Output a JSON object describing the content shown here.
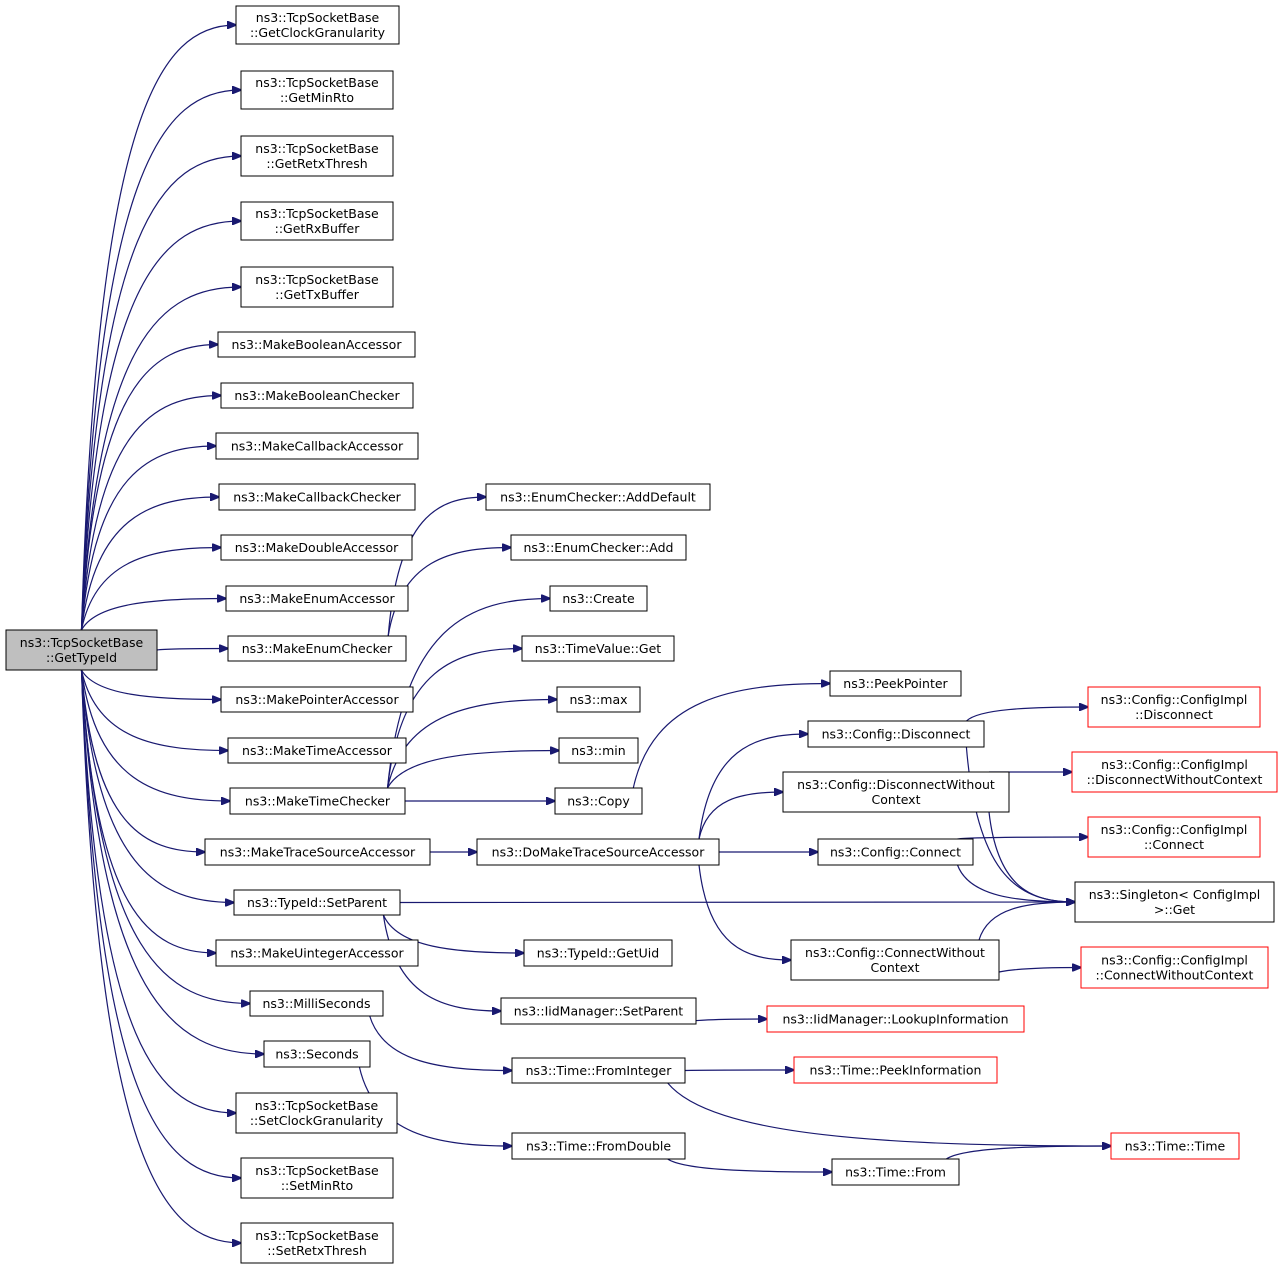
{
  "colors": {
    "edge": "#191970",
    "node_border": "#000000",
    "root_fill": "#bfbfbf",
    "node_fill": "#ffffff",
    "truncated_border": "#ff0000"
  },
  "nodes": [
    {
      "id": "root",
      "lines": [
        "ns3::TcpSocketBase",
        "::GetTypeId"
      ],
      "style": "root"
    },
    {
      "id": "n1",
      "lines": [
        "ns3::TcpSocketBase",
        "::GetClockGranularity"
      ]
    },
    {
      "id": "n2",
      "lines": [
        "ns3::TcpSocketBase",
        "::GetMinRto"
      ]
    },
    {
      "id": "n3",
      "lines": [
        "ns3::TcpSocketBase",
        "::GetRetxThresh"
      ]
    },
    {
      "id": "n4",
      "lines": [
        "ns3::TcpSocketBase",
        "::GetRxBuffer"
      ]
    },
    {
      "id": "n5",
      "lines": [
        "ns3::TcpSocketBase",
        "::GetTxBuffer"
      ]
    },
    {
      "id": "n6",
      "lines": [
        "ns3::MakeBooleanAccessor"
      ]
    },
    {
      "id": "n7",
      "lines": [
        "ns3::MakeBooleanChecker"
      ]
    },
    {
      "id": "n8",
      "lines": [
        "ns3::MakeCallbackAccessor"
      ]
    },
    {
      "id": "n9",
      "lines": [
        "ns3::MakeCallbackChecker"
      ]
    },
    {
      "id": "n10",
      "lines": [
        "ns3::MakeDoubleAccessor"
      ]
    },
    {
      "id": "n11",
      "lines": [
        "ns3::MakeEnumAccessor"
      ]
    },
    {
      "id": "n12",
      "lines": [
        "ns3::MakeEnumChecker"
      ]
    },
    {
      "id": "n13",
      "lines": [
        "ns3::MakePointerAccessor"
      ]
    },
    {
      "id": "n14",
      "lines": [
        "ns3::MakeTimeAccessor"
      ]
    },
    {
      "id": "n15",
      "lines": [
        "ns3::MakeTimeChecker"
      ]
    },
    {
      "id": "n16",
      "lines": [
        "ns3::MakeTraceSourceAccessor"
      ]
    },
    {
      "id": "n17",
      "lines": [
        "ns3::TypeId::SetParent"
      ]
    },
    {
      "id": "n18",
      "lines": [
        "ns3::MakeUintegerAccessor"
      ]
    },
    {
      "id": "n19",
      "lines": [
        "ns3::MilliSeconds"
      ]
    },
    {
      "id": "n20",
      "lines": [
        "ns3::Seconds"
      ]
    },
    {
      "id": "n21",
      "lines": [
        "ns3::TcpSocketBase",
        "::SetClockGranularity"
      ]
    },
    {
      "id": "n22",
      "lines": [
        "ns3::TcpSocketBase",
        "::SetMinRto"
      ]
    },
    {
      "id": "n23",
      "lines": [
        "ns3::TcpSocketBase",
        "::SetRetxThresh"
      ]
    },
    {
      "id": "e1",
      "lines": [
        "ns3::EnumChecker::AddDefault"
      ]
    },
    {
      "id": "e2",
      "lines": [
        "ns3::EnumChecker::Add"
      ]
    },
    {
      "id": "c1",
      "lines": [
        "ns3::Create"
      ]
    },
    {
      "id": "c2",
      "lines": [
        "ns3::TimeValue::Get"
      ]
    },
    {
      "id": "c3",
      "lines": [
        "ns3::max"
      ]
    },
    {
      "id": "c4",
      "lines": [
        "ns3::min"
      ]
    },
    {
      "id": "c5",
      "lines": [
        "ns3::Copy"
      ]
    },
    {
      "id": "d1",
      "lines": [
        "ns3::DoMakeTraceSourceAccessor"
      ]
    },
    {
      "id": "t1",
      "lines": [
        "ns3::TypeId::GetUid"
      ]
    },
    {
      "id": "t2",
      "lines": [
        "ns3::IidManager::SetParent"
      ]
    },
    {
      "id": "f1",
      "lines": [
        "ns3::Time::FromInteger"
      ]
    },
    {
      "id": "f2",
      "lines": [
        "ns3::Time::FromDouble"
      ]
    },
    {
      "id": "p1",
      "lines": [
        "ns3::PeekPointer"
      ]
    },
    {
      "id": "g1",
      "lines": [
        "ns3::Config::Disconnect"
      ]
    },
    {
      "id": "g2",
      "lines": [
        "ns3::Config::DisconnectWithout",
        "Context"
      ]
    },
    {
      "id": "g3",
      "lines": [
        "ns3::Config::Connect"
      ]
    },
    {
      "id": "g4",
      "lines": [
        "ns3::Config::ConnectWithout",
        "Context"
      ]
    },
    {
      "id": "l1",
      "lines": [
        "ns3::IidManager::LookupInformation"
      ],
      "style": "truncated"
    },
    {
      "id": "pi",
      "lines": [
        "ns3::Time::PeekInformation"
      ],
      "style": "truncated"
    },
    {
      "id": "tf",
      "lines": [
        "ns3::Time::From"
      ]
    },
    {
      "id": "tt",
      "lines": [
        "ns3::Time::Time"
      ],
      "style": "truncated"
    },
    {
      "id": "k1",
      "lines": [
        "ns3::Config::ConfigImpl",
        "::Disconnect"
      ],
      "style": "truncated"
    },
    {
      "id": "k2",
      "lines": [
        "ns3::Config::ConfigImpl",
        "::DisconnectWithoutContext"
      ],
      "style": "truncated"
    },
    {
      "id": "k3",
      "lines": [
        "ns3::Config::ConfigImpl",
        "::Connect"
      ],
      "style": "truncated"
    },
    {
      "id": "sg",
      "lines": [
        "ns3::Singleton< ConfigImpl",
        ">::Get"
      ]
    },
    {
      "id": "k4",
      "lines": [
        "ns3::Config::ConfigImpl",
        "::ConnectWithoutContext"
      ],
      "style": "truncated"
    }
  ],
  "edges": [
    [
      "root",
      "n1"
    ],
    [
      "root",
      "n2"
    ],
    [
      "root",
      "n3"
    ],
    [
      "root",
      "n4"
    ],
    [
      "root",
      "n5"
    ],
    [
      "root",
      "n6"
    ],
    [
      "root",
      "n7"
    ],
    [
      "root",
      "n8"
    ],
    [
      "root",
      "n9"
    ],
    [
      "root",
      "n10"
    ],
    [
      "root",
      "n11"
    ],
    [
      "root",
      "n12"
    ],
    [
      "root",
      "n13"
    ],
    [
      "root",
      "n14"
    ],
    [
      "root",
      "n15"
    ],
    [
      "root",
      "n16"
    ],
    [
      "root",
      "n17"
    ],
    [
      "root",
      "n18"
    ],
    [
      "root",
      "n19"
    ],
    [
      "root",
      "n20"
    ],
    [
      "root",
      "n21"
    ],
    [
      "root",
      "n22"
    ],
    [
      "root",
      "n23"
    ],
    [
      "n12",
      "e1"
    ],
    [
      "n12",
      "e2"
    ],
    [
      "n15",
      "c1"
    ],
    [
      "n15",
      "c2"
    ],
    [
      "n15",
      "c3"
    ],
    [
      "n15",
      "c4"
    ],
    [
      "n15",
      "c5"
    ],
    [
      "c5",
      "p1"
    ],
    [
      "n16",
      "d1"
    ],
    [
      "d1",
      "g1"
    ],
    [
      "d1",
      "g2"
    ],
    [
      "d1",
      "g3"
    ],
    [
      "d1",
      "g4"
    ],
    [
      "g1",
      "k1"
    ],
    [
      "g1",
      "sg"
    ],
    [
      "g2",
      "k2"
    ],
    [
      "g2",
      "sg"
    ],
    [
      "g3",
      "k3"
    ],
    [
      "g3",
      "sg"
    ],
    [
      "g4",
      "sg"
    ],
    [
      "g4",
      "k4"
    ],
    [
      "n17",
      "sg"
    ],
    [
      "n17",
      "t1"
    ],
    [
      "n17",
      "t2"
    ],
    [
      "t2",
      "l1"
    ],
    [
      "n19",
      "f1"
    ],
    [
      "n20",
      "f2"
    ],
    [
      "f1",
      "pi"
    ],
    [
      "f1",
      "tt"
    ],
    [
      "f2",
      "tf"
    ],
    [
      "tf",
      "tt"
    ]
  ]
}
